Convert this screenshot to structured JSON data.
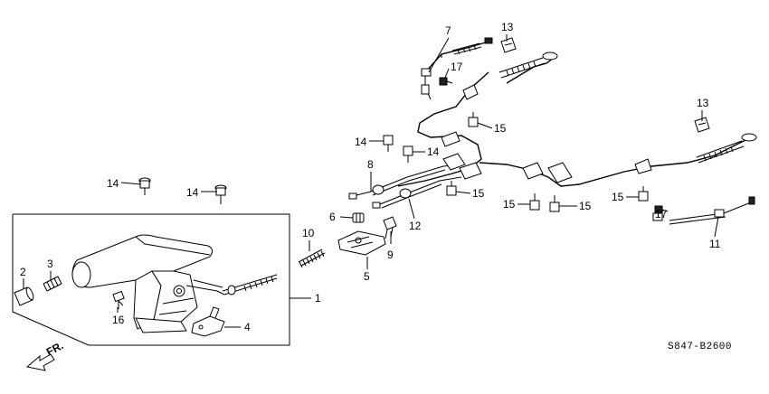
{
  "diagram": {
    "code": "S847-B2600",
    "front_label": "FR.",
    "callouts": [
      {
        "id": "c1",
        "text": "1"
      },
      {
        "id": "c2",
        "text": "2"
      },
      {
        "id": "c3",
        "text": "3"
      },
      {
        "id": "c4",
        "text": "4"
      },
      {
        "id": "c5",
        "text": "5"
      },
      {
        "id": "c6",
        "text": "6"
      },
      {
        "id": "c7",
        "text": "7"
      },
      {
        "id": "c8",
        "text": "8"
      },
      {
        "id": "c9",
        "text": "9"
      },
      {
        "id": "c10",
        "text": "10"
      },
      {
        "id": "c11",
        "text": "11"
      },
      {
        "id": "c12",
        "text": "12"
      },
      {
        "id": "c13a",
        "text": "13"
      },
      {
        "id": "c13b",
        "text": "13"
      },
      {
        "id": "c14a",
        "text": "14"
      },
      {
        "id": "c14b",
        "text": "14"
      },
      {
        "id": "c14c",
        "text": "14"
      },
      {
        "id": "c14d",
        "text": "14"
      },
      {
        "id": "c15a",
        "text": "15"
      },
      {
        "id": "c15b",
        "text": "15"
      },
      {
        "id": "c15c",
        "text": "15"
      },
      {
        "id": "c15d",
        "text": "15"
      },
      {
        "id": "c15e",
        "text": "15"
      },
      {
        "id": "c16",
        "text": "16"
      },
      {
        "id": "c17a",
        "text": "17"
      },
      {
        "id": "c17b",
        "text": "17"
      }
    ]
  }
}
